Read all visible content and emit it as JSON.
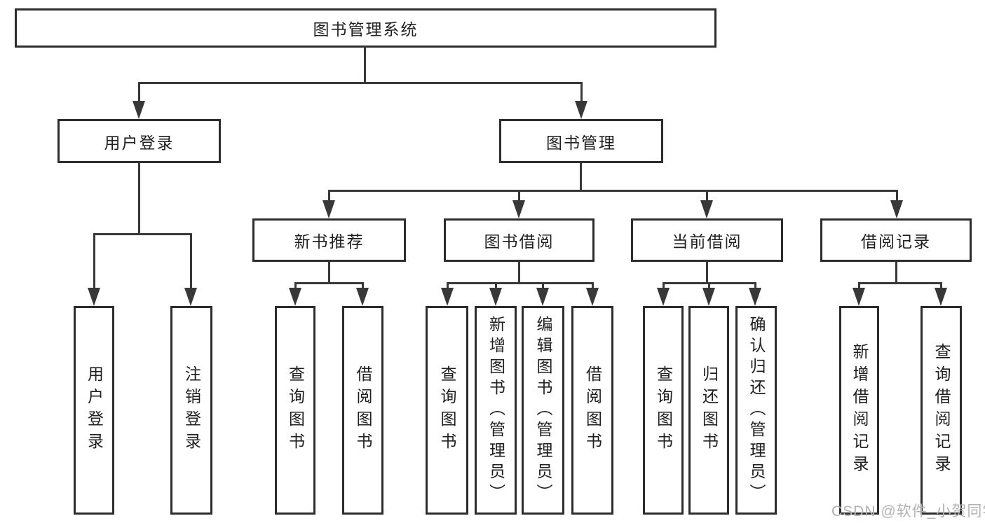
{
  "tree": {
    "label": "图书管理系统",
    "children": [
      {
        "label": "用户登录",
        "children": [
          {
            "label": "用户登录"
          },
          {
            "label": "注销登录"
          }
        ]
      },
      {
        "label": "图书管理",
        "children": [
          {
            "label": "新书推荐",
            "children": [
              {
                "label": "查询图书"
              },
              {
                "label": "借阅图书"
              }
            ]
          },
          {
            "label": "图书借阅",
            "children": [
              {
                "label": "查询图书"
              },
              {
                "label": "新增图书（管理员）"
              },
              {
                "label": "编辑图书（管理员）"
              },
              {
                "label": "借阅图书"
              }
            ]
          },
          {
            "label": "当前借阅",
            "children": [
              {
                "label": "查询图书"
              },
              {
                "label": "归还图书"
              },
              {
                "label": "确认归还（管理员）"
              }
            ]
          },
          {
            "label": "借阅记录",
            "children": [
              {
                "label": "新增借阅记录"
              },
              {
                "label": "查询借阅记录"
              }
            ]
          }
        ]
      }
    ]
  },
  "watermark": {
    "text": "CSDN @软件_小贺同学"
  },
  "colors": {
    "background": "#ffffff",
    "box_border": "#2d2d2d",
    "line": "#383838",
    "text": "#1f1f1f",
    "watermark": "#b2b2b2"
  }
}
